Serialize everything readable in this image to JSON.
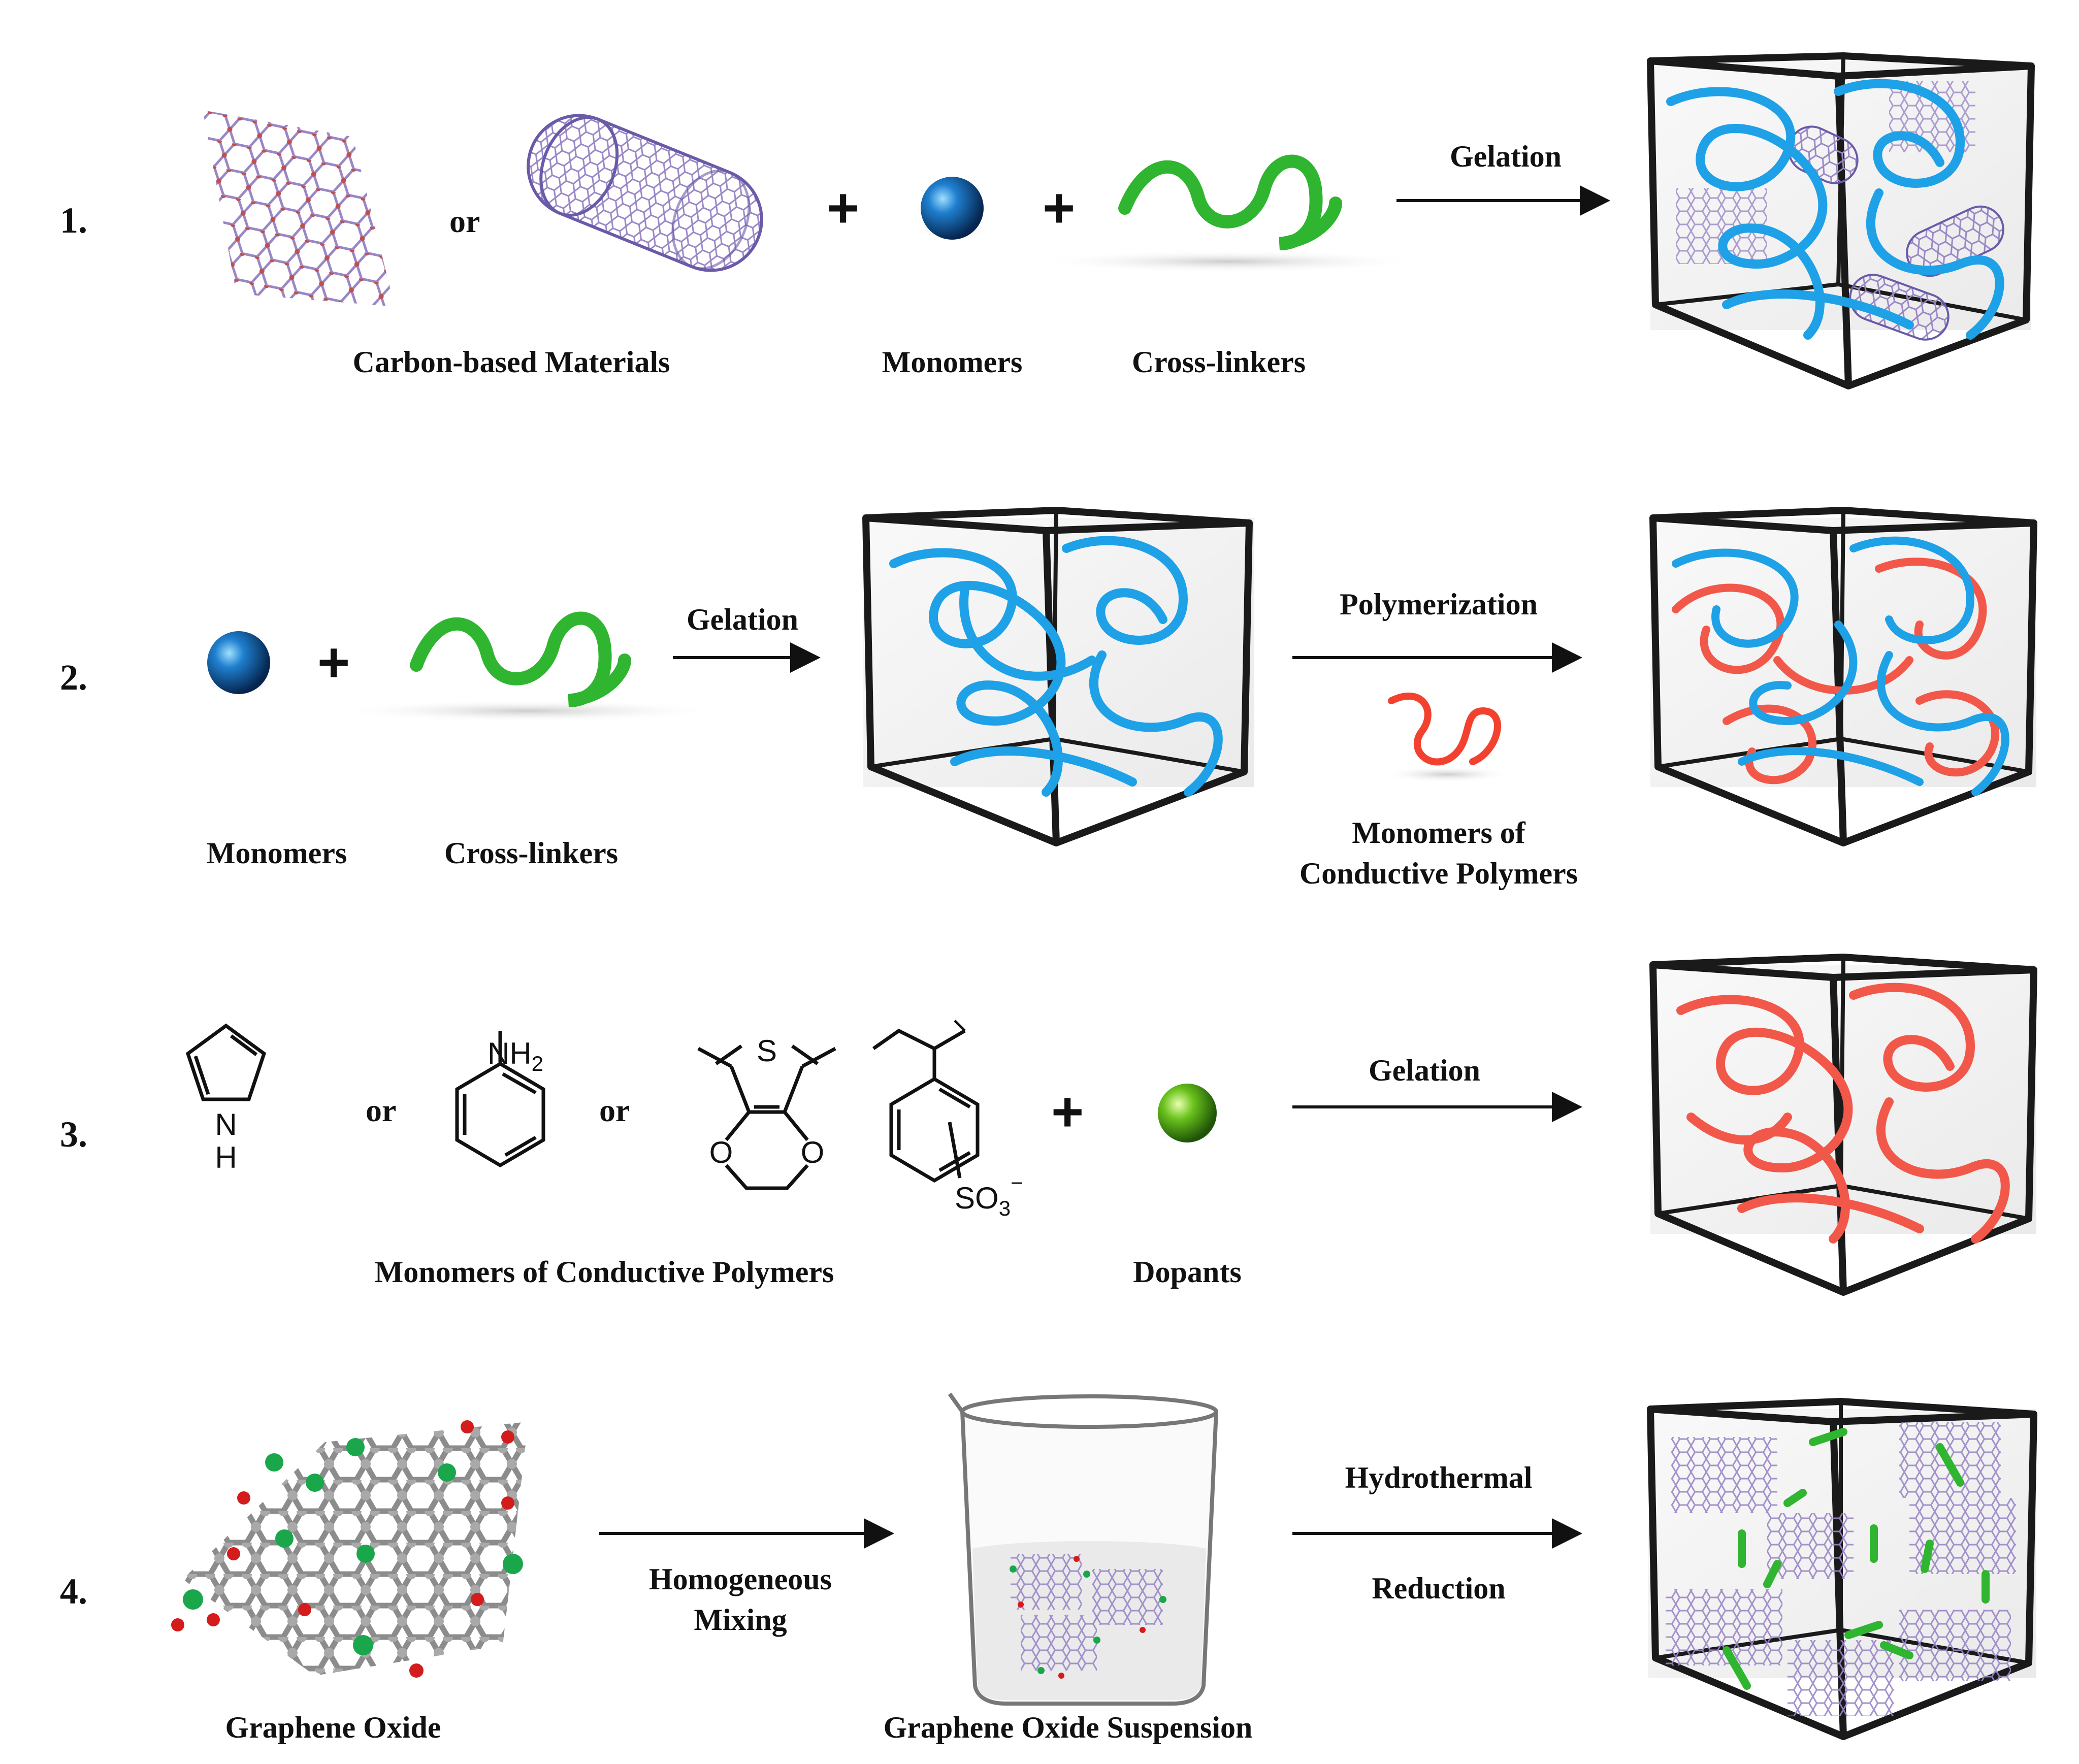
{
  "rows": {
    "r1": {
      "number": "1.",
      "or_text": "or",
      "label_carbon": "Carbon-based Materials",
      "label_monomers": "Monomers",
      "label_crosslinkers": "Cross-linkers",
      "arrow_label": "Gelation"
    },
    "r2": {
      "number": "2.",
      "label_monomers": "Monomers",
      "label_crosslinkers": "Cross-linkers",
      "arrow1_label": "Gelation",
      "arrow2_label": "Polymerization",
      "cp_label_line1": "Monomers of",
      "cp_label_line2": "Conductive Polymers"
    },
    "r3": {
      "number": "3.",
      "or_text": "or",
      "nh2": "NH",
      "nh2_sub": "2",
      "n_label": "N",
      "h_label": "H",
      "s_label": "S",
      "o_label": "O",
      "so3": "SO",
      "so3_sub": "3",
      "so3_sup": "−",
      "label_monomers": "Monomers of Conductive Polymers",
      "label_dopants": "Dopants",
      "arrow_label": "Gelation"
    },
    "r4": {
      "number": "4.",
      "label_go": "Graphene Oxide",
      "label_mixing_line1": "Homogeneous",
      "label_mixing_line2": "Mixing",
      "label_suspension": "Graphene Oxide Suspension",
      "label_hydro_line1": "Hydrothermal",
      "label_hydro_line2": "Reduction"
    },
    "plus": "+"
  },
  "colors": {
    "blue_ribbon": "#1ea1e6",
    "red_ribbon": "#f2584a",
    "green_crosslinker": "#2fb52f",
    "lattice": "#9a86c6",
    "lattice_node": "#c0504d",
    "frame": "#1a1a1a"
  }
}
